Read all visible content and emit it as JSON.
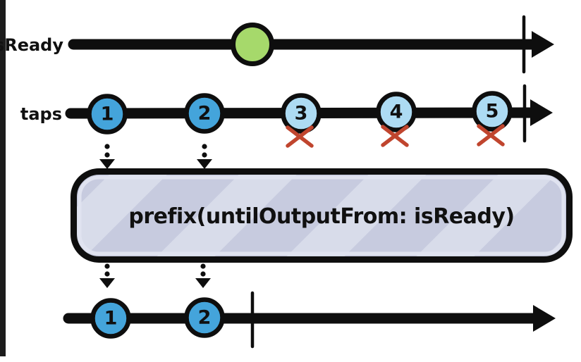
{
  "colors": {
    "ink": "#0e0e0e",
    "edge_bar": "#1c1c1c",
    "marble_green": "#a6d96b",
    "marble_blue": "#44a4db",
    "marble_light_blue": "#addbf3",
    "x_mark": "#c0452e",
    "box_fill": "#c7cbdf",
    "box_stripe": "#d8dcea",
    "box_highlight": "#e0e3f0"
  },
  "isready_timeline": {
    "label": "isReady",
    "marble": {
      "label": "",
      "color_name": "green"
    }
  },
  "taps_timeline": {
    "label": "taps",
    "marbles": [
      {
        "label": "1",
        "dropped": false
      },
      {
        "label": "2",
        "dropped": false
      },
      {
        "label": "3",
        "dropped": true
      },
      {
        "label": "4",
        "dropped": true
      },
      {
        "label": "5",
        "dropped": true
      }
    ]
  },
  "operator_box": {
    "label": "prefix(untilOutputFrom: isReady)"
  },
  "output_timeline": {
    "marbles": [
      {
        "label": "1"
      },
      {
        "label": "2"
      }
    ]
  }
}
